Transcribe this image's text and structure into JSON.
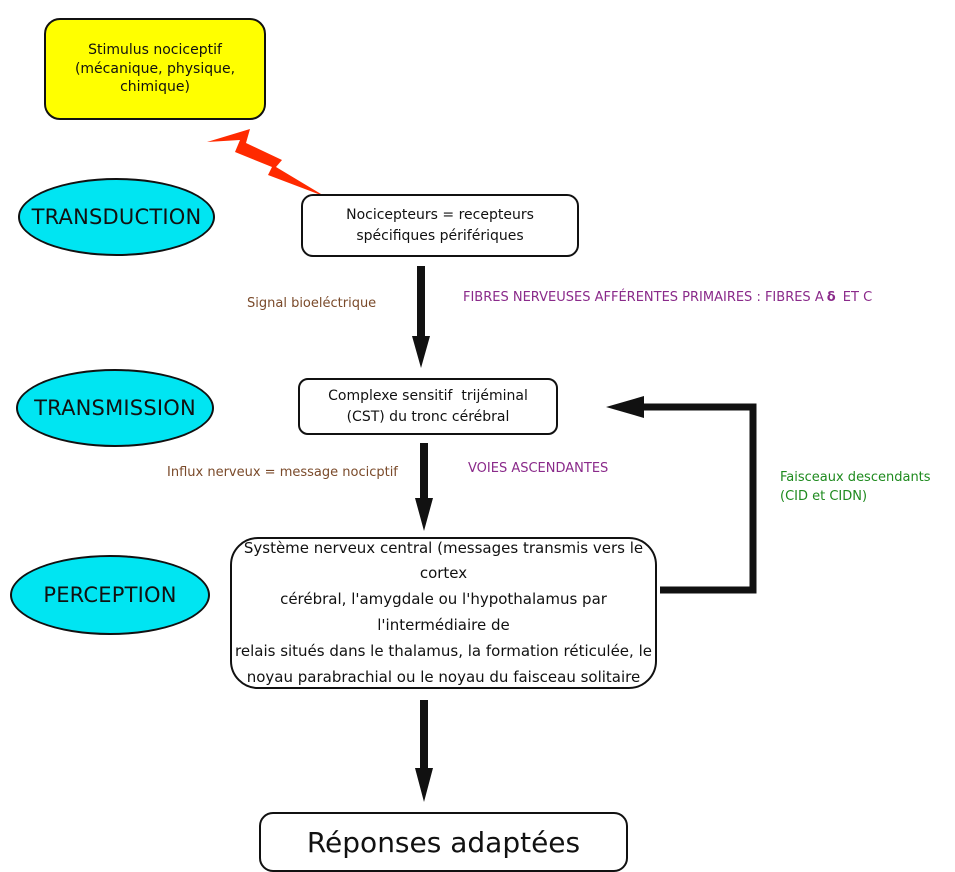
{
  "stages": {
    "transduction": "TRANSDUCTION",
    "transmission": "TRANSMISSION",
    "perception": "PERCEPTION"
  },
  "boxes": {
    "stimulus": [
      "Stimulus nociceptif",
      "(mécanique, physique,",
      "chimique)"
    ],
    "nociceptors": [
      "Nocicepteurs = recepteurs",
      "spécifiques périfériques"
    ],
    "cst": [
      "Complexe sensitif  trijéminal",
      "(CST) du tronc cérébral"
    ],
    "cns": [
      "Système nerveux central (messages transmis vers le cortex",
      "cérébral, l'amygdale ou l'hypothalamus par l'intermédiaire de",
      "relais situés dans le thalamus, la formation réticulée, le",
      "noyau parabrachial ou le noyau du faisceau solitaire"
    ],
    "response": "Réponses adaptées"
  },
  "labels": {
    "signal": "Signal bioeléctrique",
    "fibres": "FIBRES NERVEUSES AFFÉRENTES PRIMAIRES : FIBRES A",
    "fibres_delta": "δ",
    "fibres_end": " ET C",
    "influx": "Influx nerveux = message nocicptif",
    "voies": "VOIES ASCENDANTES",
    "faisceaux_1": "Faisceaux descendants",
    "faisceaux_2": "(CID et CIDN)"
  },
  "colors": {
    "stimulus_fill": "#ffff00",
    "stage_fill": "#00e5f2",
    "lightning": "#ff2a00",
    "brown_text": "#7a4a2a",
    "purple_text": "#8a2a8a",
    "green_text": "#1e8a1e"
  }
}
